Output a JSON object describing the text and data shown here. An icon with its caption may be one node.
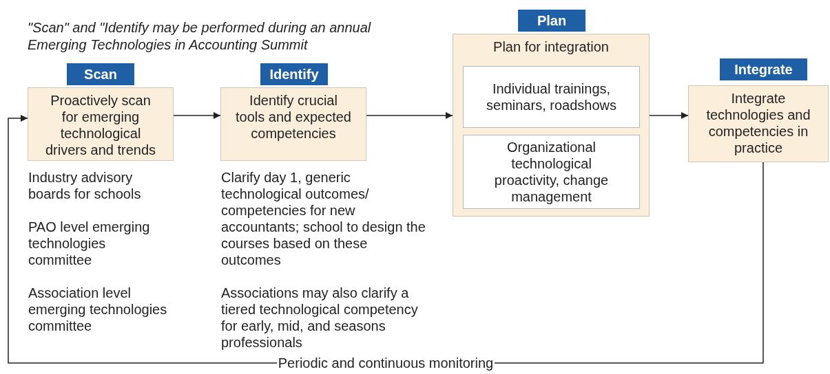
{
  "diagram": {
    "nodes": [
      {
        "text": [
          "Scan",
          "Proactively scan for emerging technological drivers and trends"
        ],
        "beside": [
          "Industry advisory boards for schools",
          "PAO level emerging technologies committee",
          "Association level emerging technologies committee"
        ]
      },
      {
        "text": [
          "Identify",
          "Identify crucial tools and expected competencies"
        ],
        "beside": [
          "Clarify day 1, generic technological outcomes/ competencies for new accountants; school to design the courses based on these outcomes",
          "Associations may also clarify a tiered technological competency for early, mid, and seasons professionals"
        ]
      },
      {
        "text": [
          "Plan",
          "Plan for integration"
        ]
      },
      {
        "text": [
          "Individual trainings, seminars, roadshows"
        ],
        "in": 2
      },
      {
        "text": [
          "Organizational technological proactivity, change management"
        ],
        "in": 2
      },
      {
        "text": [
          "Integrate",
          "Integrate technologies and competencies in practice"
        ]
      }
    ],
    "edges": [
      {
        "from": 0,
        "to": 1,
        "arrow": "to"
      },
      {
        "from": 1,
        "to": 2,
        "arrow": "to"
      },
      {
        "from": 2,
        "to": 5,
        "arrow": "to"
      },
      {
        "from": 5,
        "to": 0,
        "arrow": "to",
        "label": "Periodic and continuous monitoring"
      }
    ],
    "labels": [
      "\"Scan\" and \"Identify may be performed during an annual Emerging Technologies in Accounting Summit"
    ]
  }
}
